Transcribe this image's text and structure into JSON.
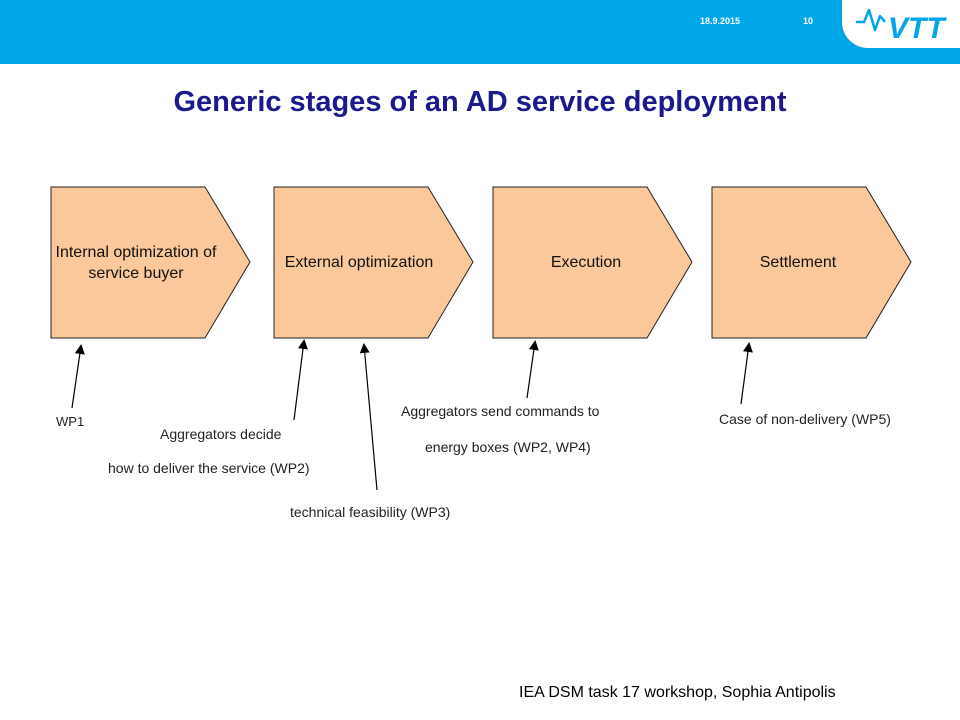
{
  "header": {
    "date": "18.9.2015",
    "page_number": "10",
    "logo_text": "VTT",
    "brand_color": "#00a6e8"
  },
  "title": "Generic stages of an AD service deployment",
  "stages": [
    {
      "label": "Internal optimization of service buyer"
    },
    {
      "label": "External optimization"
    },
    {
      "label": "Execution"
    },
    {
      "label": "Settlement"
    }
  ],
  "annotations": {
    "wp1": "WP1",
    "aggregators_decide_line1": "Aggregators decide",
    "aggregators_decide_line2": "how to deliver the service (WP2)",
    "technical_feasibility": "technical feasibility (WP3)",
    "send_commands_line1": "Aggregators send commands to",
    "send_commands_line2": "energy boxes (WP2, WP4)",
    "non_delivery": "Case of non-delivery (WP5)"
  },
  "footer": "IEA DSM task 17 workshop, Sophia Antipolis",
  "colors": {
    "stage_fill": "#fac89a",
    "stage_stroke": "#222222",
    "title": "#1a1a8c"
  }
}
